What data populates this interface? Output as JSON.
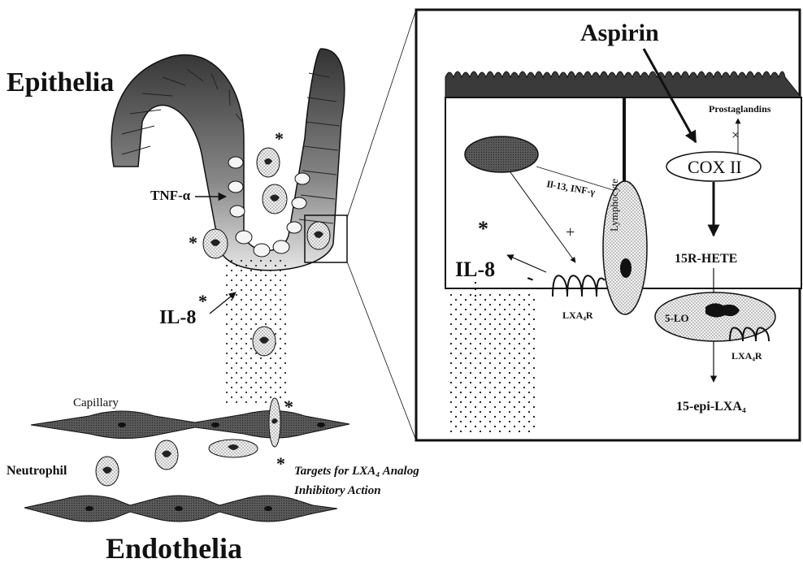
{
  "left": {
    "epithelia": "Epithelia",
    "tnf_alpha": "TNF-α",
    "il8": "IL-8",
    "capillary": "Capillary",
    "neutrophil": "Neutrophil",
    "targets_line1": "Targets for LXA₄ Analog",
    "targets_line2": "Inhibitory Action",
    "endothelia": "Endothelia",
    "asterisk": "*"
  },
  "inset": {
    "aspirin": "Aspirin",
    "prostaglandins": "Prostaglandins",
    "cox2": "COX II",
    "il13_inf": "Il-13, INF-γ",
    "lymphocyte": "Lymphocyte",
    "il8": "IL-8",
    "plus": "+",
    "minus": "-",
    "lxa4r_left": "LXA₄R",
    "hete": "15R-HETE",
    "five_lo": "5-LO",
    "lxa4r_right": "LXA₄R",
    "epi_lxa4": "15-epi-LXA₄",
    "asterisk": "*",
    "blocked": "×"
  },
  "colors": {
    "ink": "#111111",
    "cell_dark": "#4a4a4a",
    "cell_light": "#e8e8e8",
    "dotted": "#c8c8c8"
  }
}
